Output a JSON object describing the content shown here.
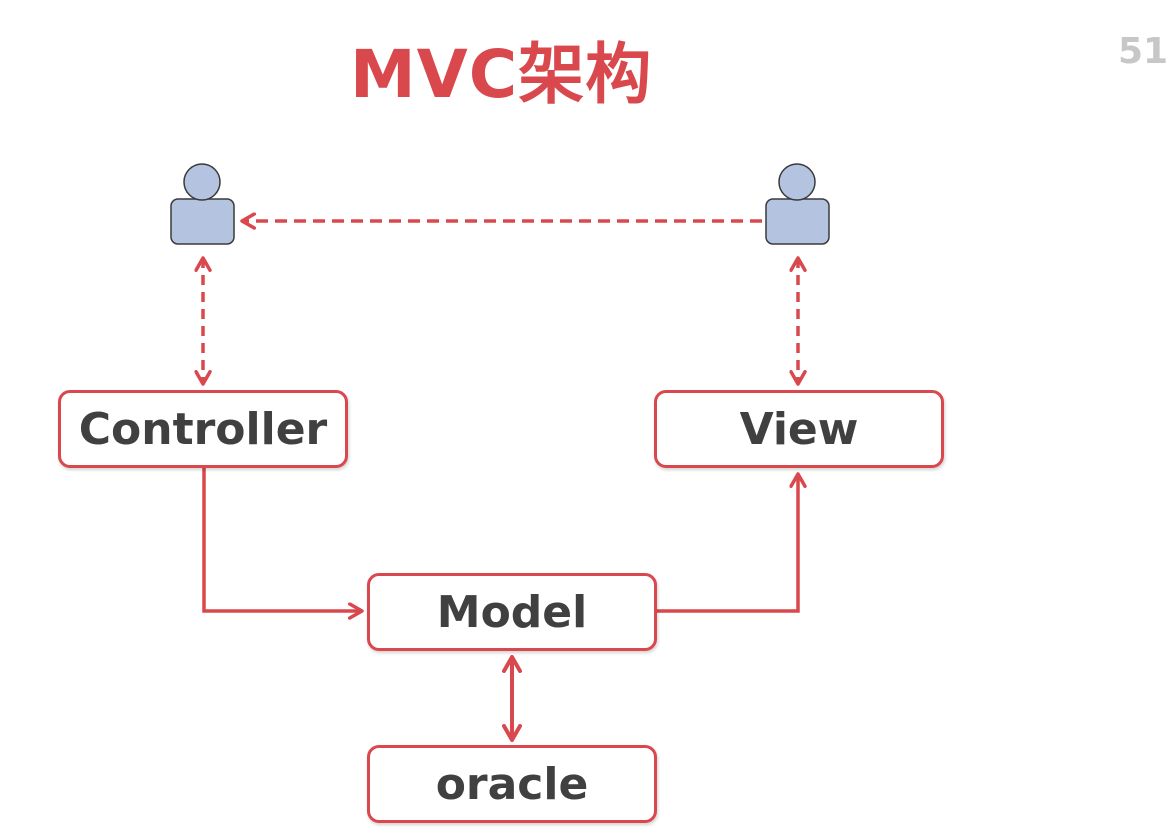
{
  "title": "MVC架构",
  "watermark": "51",
  "nodes": {
    "controller": "Controller",
    "view": "View",
    "model": "Model",
    "oracle": "oracle"
  },
  "colors": {
    "accent": "#d9484c",
    "node_text": "#404040",
    "user_fill": "#b4c3df",
    "user_stroke": "#3a3a3a"
  },
  "icons": {
    "user_left": "user-icon",
    "user_right": "user-icon"
  }
}
